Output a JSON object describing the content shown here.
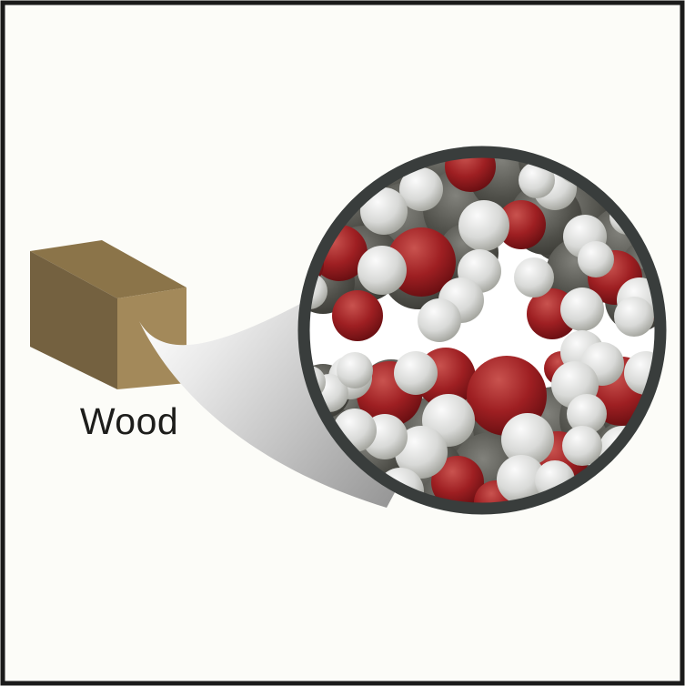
{
  "frame": {
    "border_color": "#1a1a1a",
    "background": "#fcfcf8"
  },
  "wood_block": {
    "label": "Wood",
    "label_color": "#1d1d1b",
    "faces": {
      "top": "#8b7449",
      "left": "#746140",
      "right": "#a3895a"
    }
  },
  "callout": {
    "ring_color": "#393d3c",
    "lens_background": "#ffffff",
    "funnel_gradient": [
      "#ffffff",
      "#e9e9e9",
      "#c3c3c3",
      "#959595"
    ]
  },
  "molecule": {
    "name": "wood-molecular-structure-magnified",
    "atom_colors": {
      "C": {
        "hi": "#82827c",
        "mid": "#4f4f49",
        "lo": "#302f2a"
      },
      "O": {
        "hi": "#c9534f",
        "mid": "#9e1f22",
        "lo": "#5c0b0e"
      },
      "H": {
        "hi": "#fbfbfb",
        "mid": "#d8d9d7",
        "lo": "#96978f"
      }
    },
    "spheres": [
      [
        350,
        260,
        40,
        "C"
      ],
      [
        345,
        285,
        38,
        "C"
      ],
      [
        385,
        225,
        45,
        "C"
      ],
      [
        430,
        185,
        45,
        "C"
      ],
      [
        490,
        175,
        48,
        "C"
      ],
      [
        450,
        250,
        50,
        "C"
      ],
      [
        510,
        230,
        45,
        "C"
      ],
      [
        400,
        290,
        42,
        "C"
      ],
      [
        460,
        300,
        40,
        "C"
      ],
      [
        355,
        310,
        35,
        "C"
      ],
      [
        515,
        278,
        33,
        "C"
      ],
      [
        560,
        190,
        45,
        "C"
      ],
      [
        615,
        175,
        45,
        "C"
      ],
      [
        670,
        215,
        48,
        "C"
      ],
      [
        625,
        240,
        50,
        "C"
      ],
      [
        690,
        270,
        45,
        "C"
      ],
      [
        720,
        300,
        40,
        "C"
      ],
      [
        730,
        250,
        38,
        "C"
      ],
      [
        600,
        240,
        40,
        "C"
      ],
      [
        640,
        300,
        40,
        "C"
      ],
      [
        700,
        330,
        35,
        "C"
      ],
      [
        517,
        183,
        28,
        "O"
      ],
      [
        463,
        288,
        38,
        "O"
      ],
      [
        573,
        247,
        27,
        "O"
      ],
      [
        373,
        278,
        31,
        "O"
      ],
      [
        330,
        290,
        26,
        "O"
      ],
      [
        393,
        347,
        28,
        "O"
      ],
      [
        676,
        305,
        30,
        "O"
      ],
      [
        607,
        345,
        28,
        "O"
      ],
      [
        730,
        330,
        24,
        "O"
      ],
      [
        463,
        208,
        24,
        "H"
      ],
      [
        422,
        232,
        26,
        "H"
      ],
      [
        532,
        248,
        28,
        "H"
      ],
      [
        527,
        298,
        24,
        "H"
      ],
      [
        587,
        305,
        22,
        "H"
      ],
      [
        420,
        297,
        27,
        "H"
      ],
      [
        507,
        330,
        25,
        "H"
      ],
      [
        483,
        352,
        24,
        "H"
      ],
      [
        610,
        207,
        24,
        "H"
      ],
      [
        643,
        260,
        24,
        "H"
      ],
      [
        655,
        285,
        20,
        "H"
      ],
      [
        703,
        330,
        25,
        "H"
      ],
      [
        690,
        238,
        20,
        "H"
      ],
      [
        640,
        340,
        24,
        "H"
      ],
      [
        697,
        348,
        22,
        "H"
      ],
      [
        360,
        225,
        22,
        "H"
      ],
      [
        340,
        320,
        20,
        "H"
      ],
      [
        430,
        170,
        22,
        "H"
      ],
      [
        633,
        182,
        20,
        "H"
      ],
      [
        590,
        198,
        20,
        "H"
      ],
      [
        380,
        450,
        40,
        "C"
      ],
      [
        430,
        470,
        45,
        "C"
      ],
      [
        480,
        480,
        45,
        "C"
      ],
      [
        520,
        470,
        45,
        "C"
      ],
      [
        565,
        470,
        45,
        "C"
      ],
      [
        610,
        470,
        45,
        "C"
      ],
      [
        660,
        460,
        45,
        "C"
      ],
      [
        700,
        450,
        40,
        "C"
      ],
      [
        540,
        520,
        45,
        "C"
      ],
      [
        470,
        520,
        40,
        "C"
      ],
      [
        600,
        520,
        42,
        "C"
      ],
      [
        430,
        430,
        35,
        "C"
      ],
      [
        650,
        420,
        35,
        "C"
      ],
      [
        360,
        480,
        35,
        "C"
      ],
      [
        690,
        500,
        38,
        "C"
      ],
      [
        500,
        555,
        40,
        "C"
      ],
      [
        570,
        555,
        40,
        "C"
      ],
      [
        630,
        545,
        38,
        "C"
      ],
      [
        410,
        500,
        38,
        "C"
      ],
      [
        355,
        430,
        30,
        "C"
      ],
      [
        428,
        433,
        36,
        "O"
      ],
      [
        490,
        415,
        33,
        "O"
      ],
      [
        557,
        435,
        44,
        "O"
      ],
      [
        617,
        405,
        19,
        "O"
      ],
      [
        683,
        430,
        38,
        "O"
      ],
      [
        613,
        507,
        33,
        "O"
      ],
      [
        503,
        530,
        29,
        "O"
      ],
      [
        733,
        415,
        28,
        "O"
      ],
      [
        545,
        552,
        24,
        "O"
      ],
      [
        385,
        415,
        24,
        "H"
      ],
      [
        362,
        432,
        21,
        "H"
      ],
      [
        457,
        410,
        24,
        "H"
      ],
      [
        640,
        387,
        24,
        "H"
      ],
      [
        662,
        400,
        24,
        "H"
      ],
      [
        710,
        410,
        24,
        "H"
      ],
      [
        493,
        462,
        29,
        "H"
      ],
      [
        463,
        497,
        29,
        "H"
      ],
      [
        580,
        483,
        29,
        "H"
      ],
      [
        632,
        423,
        26,
        "H"
      ],
      [
        685,
        495,
        27,
        "H"
      ],
      [
        423,
        480,
        25,
        "H"
      ],
      [
        573,
        527,
        27,
        "H"
      ],
      [
        390,
        473,
        24,
        "H"
      ],
      [
        340,
        420,
        18,
        "H"
      ],
      [
        440,
        540,
        26,
        "H"
      ],
      [
        645,
        455,
        22,
        "H"
      ],
      [
        640,
        490,
        22,
        "H"
      ],
      [
        700,
        522,
        22,
        "H"
      ],
      [
        610,
        528,
        22,
        "H"
      ],
      [
        390,
        407,
        20,
        "H"
      ]
    ]
  }
}
